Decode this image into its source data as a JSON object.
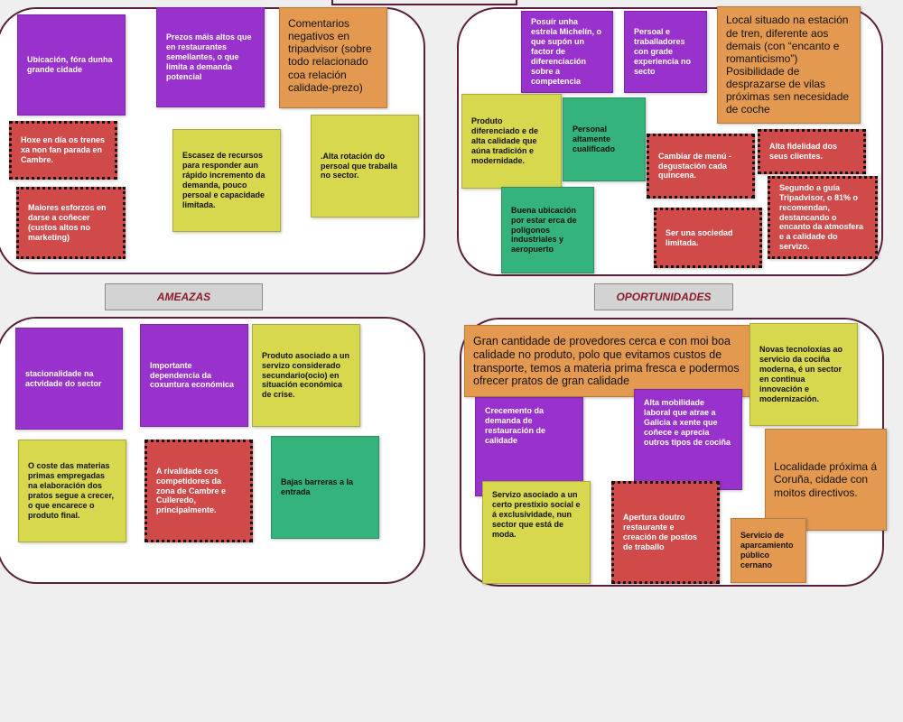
{
  "colors": {
    "purple": "#9932cc",
    "yellow": "#d7d84e",
    "green": "#35b37d",
    "red": "#d04a4a",
    "orange": "#e39a50",
    "panel_border": "#5a1f3c",
    "label_text": "#8a1d28"
  },
  "labels": {
    "ameazas": "AMEAZAS",
    "oportunidades": "OPORTUNIDADES"
  },
  "debilidades": {
    "n1": "Ubicación, fóra dunha grande cidade",
    "n2": "Prezos máis altos que en restaurantes semellantes, o que limita a demanda potencial",
    "n3": "Comentarios negativos en tripadvisor (sobre todo relacionado coa relación calidade-prezo)",
    "n4": "Hoxe en día os trenes xa non fan parada en Cambre.",
    "n5": "Escasez de recursos para responder aun rápido incremento da demanda, pouco persoal e capacidade limitada.",
    "n6": ".Alta rotación do persoal que traballa no sector.",
    "n7": "Maiores esforzos en darse a coñecer (custos altos no marketing)"
  },
  "fortalezas": {
    "n1": "Posuír unha estrela Michelín, o que supón un factor de diferenciación sobre a competencia",
    "n2": "Persoal e traballadores con grade experiencia no secto",
    "n3": "Local situado na estación de tren, diferente aos demais (con “encanto e romanticismo”) Posibilidade de desprazarse de vilas próximas sen necesidade de coche",
    "n4": "Produto diferenciado e de alta calidade que aúna tradición e modernidade.",
    "n5": "Personal altamente cualificado",
    "n6": "Cambiar de menú -degustación cada quincena.",
    "n7": "Alta fidelidad dos seus clientes.",
    "n8": "Segundo a guía Tripadvisor, o 81% o recomendan, destancando o encanto da atmosfera e a calidade do servizo.",
    "n9": "Buena ubicación por estar erca de polígonos industriales y aeropuerto",
    "n10": "Ser una sociedad limitada."
  },
  "ameazas": {
    "n1": "stacionalidade na actvidade do sector",
    "n2": "Importante dependencia da coxuntura económica",
    "n3": "Produto asociado a un servizo considerado secundario(ocio) en situación económica de crise.",
    "n4": "O coste das materias primas empregadas na elaboración dos pratos segue a crecer, o que encarece o produto final.",
    "n5": "A rivalidade cos competidores da zona de Cambre e Culleredo, principalmente.",
    "n6": "Bajas barreras a la entrada"
  },
  "oportunidades": {
    "n1": "Gran cantidade de provedores cerca e con moi boa calidade no produto, polo que evitamos custos de transporte, temos a materia prima fresca e podermos ofrecer pratos de gran calidade",
    "n2": "Novas tecnoloxías ao servicio da cociña moderna, é un sector en continua innovación e modernización.",
    "n3": "Crecemento da demanda de restauración de calidade",
    "n4": "Alta mobilidade laboral que atrae a Galicia a xente que coñece e aprecia outros tipos de cociña",
    "n5": "Localidade próxima á Coruña, cidade con moitos directivos.",
    "n6": "Servizo asociado a un certo prestixio social e á exclusividade, nun sector que está de moda.",
    "n7": "Apertura doutro restaurante e creación de postos de traballo",
    "n8": "Servicio de aparcamiento público cernano"
  }
}
